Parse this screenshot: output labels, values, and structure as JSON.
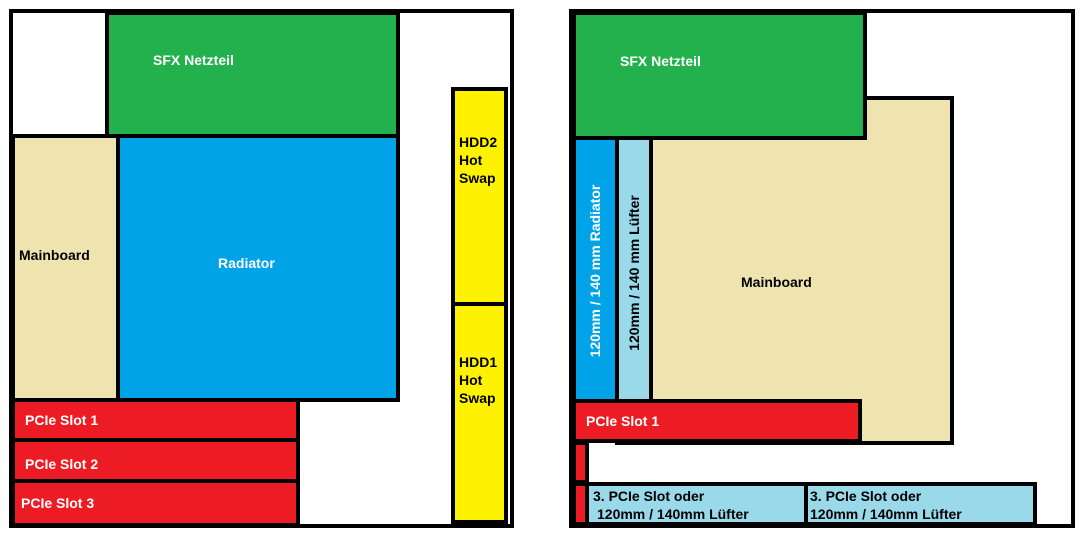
{
  "left_layout": {
    "psu": "SFX Netzteil",
    "radiator": "Radiator",
    "mainboard": "Mainboard",
    "pcie_slots": [
      "PCIe Slot 1",
      "PCIe Slot 2",
      "PCIe Slot 3"
    ],
    "hdd2": [
      "HDD2",
      "Hot",
      "Swap"
    ],
    "hdd1": [
      "HDD1",
      "Hot",
      "Swap"
    ]
  },
  "right_layout": {
    "psu": "SFX Netzteil",
    "radiator": "120mm / 140 mm Radiator",
    "fan": "120mm / 140 mm Lüfter",
    "mainboard": "Mainboard",
    "pcie_slot_1": "PCIe Slot 1",
    "bottom_option_left": [
      "3. PCIe Slot oder",
      "120mm / 140mm Lüfter"
    ],
    "bottom_option_right": [
      "3. PCIe Slot oder",
      "120mm / 140mm Lüfter"
    ]
  },
  "colors": {
    "psu": "#22b14c",
    "radiator": "#00a2e8",
    "mainboard": "#efe4b0",
    "pcie": "#ed1c24",
    "hdd": "#fff200",
    "fan": "#99d9ea"
  }
}
